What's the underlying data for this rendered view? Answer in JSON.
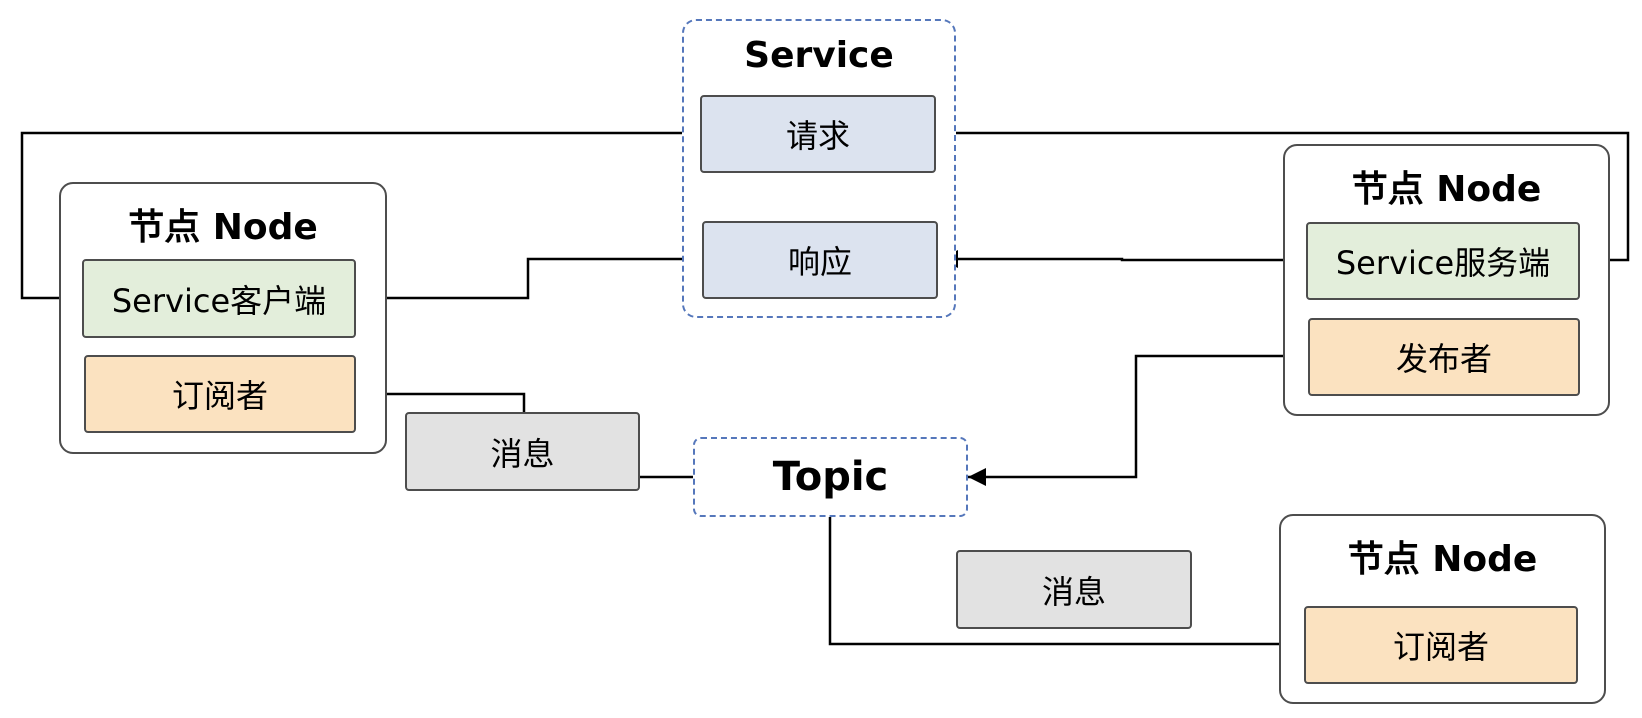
{
  "service_group": {
    "title": "Service",
    "request": "请求",
    "response": "响应"
  },
  "left_node": {
    "title": "节点 Node",
    "client": "Service客户端",
    "subscriber": "订阅者"
  },
  "right_node": {
    "title": "节点 Node",
    "server": "Service服务端",
    "publisher": "发布者"
  },
  "bottom_node": {
    "title": "节点 Node",
    "subscriber": "订阅者"
  },
  "topic": {
    "label": "Topic"
  },
  "message_left": "消息",
  "message_bottom": "消息",
  "colors": {
    "node_border": "#4d4d4d",
    "group_border": "#5577bb",
    "service_fill": "#dce3ef",
    "service_role_fill": "#e3eedb",
    "pubsub_fill": "#fbe2c0",
    "message_fill": "#e2e2e2"
  }
}
